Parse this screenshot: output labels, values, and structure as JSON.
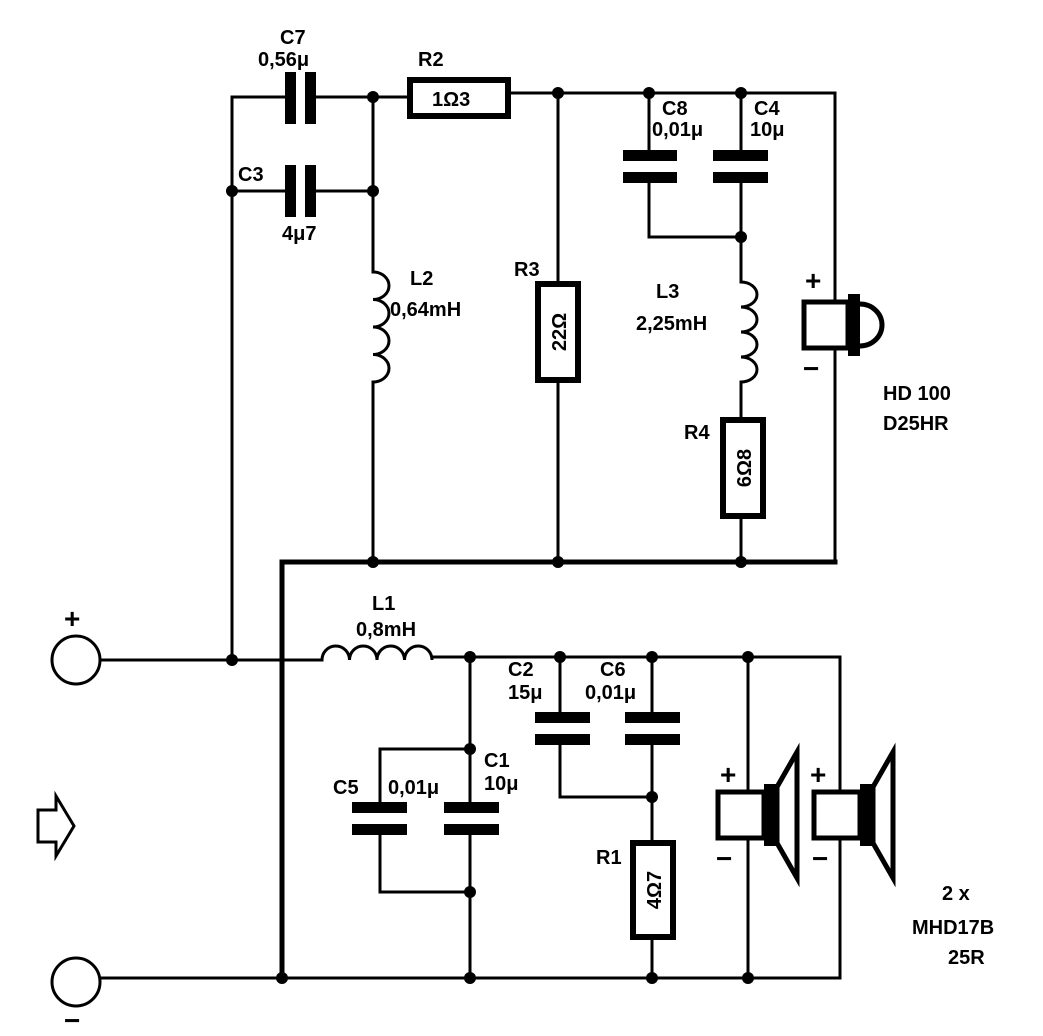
{
  "components": {
    "c7": {
      "ref": "C7",
      "value": "0,56μ"
    },
    "c3": {
      "ref": "C3",
      "value": "4μ7"
    },
    "r2": {
      "ref": "R2",
      "value": "1Ω3"
    },
    "l2": {
      "ref": "L2",
      "value": "0,64mH"
    },
    "r3": {
      "ref": "R3",
      "value": "22Ω"
    },
    "c8": {
      "ref": "C8",
      "value": "0,01μ"
    },
    "c4": {
      "ref": "C4",
      "value": "10μ"
    },
    "l3": {
      "ref": "L3",
      "value": "2,25mH"
    },
    "r4": {
      "ref": "R4",
      "value": "6Ω8"
    },
    "l1": {
      "ref": "L1",
      "value": "0,8mH"
    },
    "c5": {
      "ref": "C5",
      "value": "0,01μ"
    },
    "c1": {
      "ref": "C1",
      "value": "10μ"
    },
    "c2": {
      "ref": "C2",
      "value": "15μ"
    },
    "c6": {
      "ref": "C6",
      "value": "0,01μ"
    },
    "r1": {
      "ref": "R1",
      "value": "4Ω7"
    }
  },
  "tweeter": {
    "line1": "HD 100",
    "line2": "D25HR",
    "plus": "+",
    "minus": "−"
  },
  "woofer": {
    "line1": "2 x",
    "line2": "MHD17B",
    "line3": "25R",
    "plus": "+",
    "minus": "−"
  },
  "input": {
    "plus": "+",
    "minus": "−"
  }
}
